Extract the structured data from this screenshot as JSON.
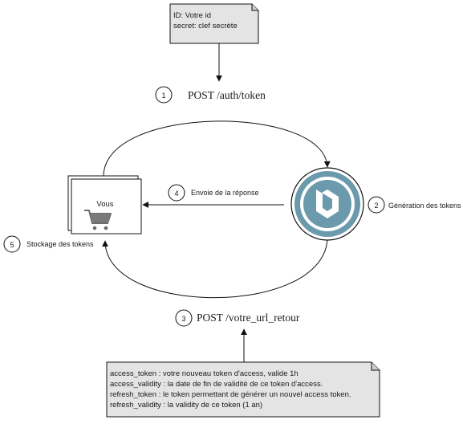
{
  "note_top": {
    "line1": "ID: Votre id",
    "line2": "secret: clef secrète"
  },
  "steps": [
    {
      "number": "1",
      "label": "POST /auth/token"
    },
    {
      "number": "2",
      "label": "Génération des tokens"
    },
    {
      "number": "3",
      "label": "POST /votre_url_retour"
    },
    {
      "number": "4",
      "label": "Envoie de la réponse"
    },
    {
      "number": "5",
      "label": "Stockage des tokens"
    }
  ],
  "client": {
    "label": "Vous",
    "icon": "shopping-cart-icon"
  },
  "server": {
    "icon": "logo-mark-icon",
    "ring_color": "#6a9aab"
  },
  "note_bottom": {
    "lines": [
      "access_token : votre nouveau token d'access, valide 1h",
      "access_validity : la date de fin de validité de ce token d'access.",
      "refresh_token : le token permettant de générer un nouvel access token.",
      "refresh_validity : la validity de ce token (1 an)"
    ]
  },
  "colors": {
    "note_fill": "#e4e4e4",
    "line": "#111111"
  }
}
